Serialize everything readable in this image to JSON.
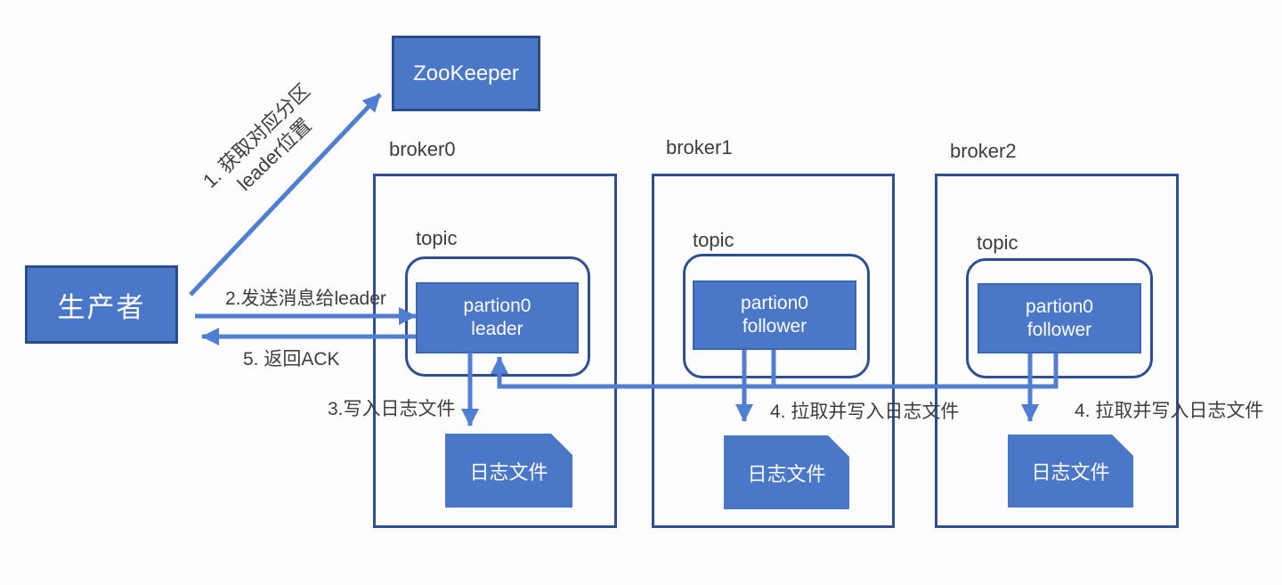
{
  "producer": {
    "label": "生产者"
  },
  "zookeeper": {
    "label": "ZooKeeper"
  },
  "brokers": [
    {
      "name": "broker0",
      "topic": "topic",
      "partition_line1": "partion0",
      "partition_line2": "leader",
      "logfile": "日志文件"
    },
    {
      "name": "broker1",
      "topic": "topic",
      "partition_line1": "partion0",
      "partition_line2": "follower",
      "logfile": "日志文件"
    },
    {
      "name": "broker2",
      "topic": "topic",
      "partition_line1": "partion0",
      "partition_line2": "follower",
      "logfile": "日志文件"
    }
  ],
  "labels": {
    "step1_line1": "1. 获取对应分区",
    "step1_line2": "leader位置",
    "step2": "2.发送消息给leader",
    "step3": "3.写入日志文件",
    "step4_broker1": "4. 拉取并写入日志文件",
    "step4_broker2": "4. 拉取并写入日志文件",
    "step5": "5. 返回ACK"
  },
  "colors": {
    "node_fill": "#4a77c7",
    "node_border": "#2b4c8c",
    "outline_border": "#2e4f94",
    "arrow": "#4f7ed2",
    "text_dark": "#3d3d3d",
    "text_light": "#ffffff",
    "background": "#fdfdfd"
  }
}
